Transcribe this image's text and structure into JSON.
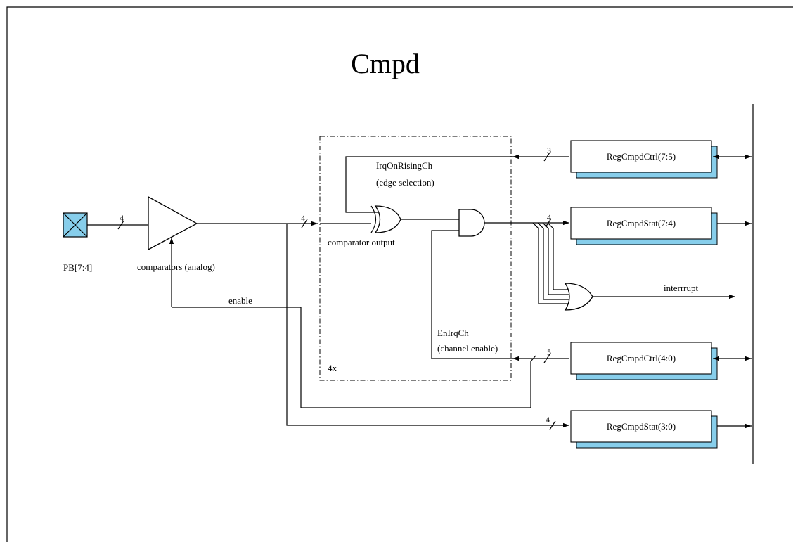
{
  "title": "Cmpd",
  "colors": {
    "register_shadow": "#87ceeb",
    "pin_fill": "#87ceeb",
    "line": "#000000"
  },
  "pin": {
    "label": "PB[7:4]",
    "icon": "crossed-box-pin"
  },
  "comparator": {
    "label": "comparators (analog)",
    "enable_label": "enable"
  },
  "block": {
    "multiplicity": "4x",
    "comparator_output_label": "comparator output",
    "irq_label": "IrqOnRisingCh",
    "irq_sub": "(edge  selection)",
    "en_label": "EnIrqCh",
    "en_sub": "(channel enable)"
  },
  "interrupt_label": "interrrupt",
  "bus_widths": {
    "pin_in": "4",
    "block_in": "4",
    "ctrl_hi": "3",
    "stat_hi": "4",
    "ctrl_lo": "5",
    "stat_lo": "4"
  },
  "registers": [
    {
      "name": "RegCmpdCtrl(7:5)"
    },
    {
      "name": "RegCmpdStat(7:4)"
    },
    {
      "name": "RegCmpdCtrl(4:0)"
    },
    {
      "name": "RegCmpdStat(3:0)"
    }
  ]
}
